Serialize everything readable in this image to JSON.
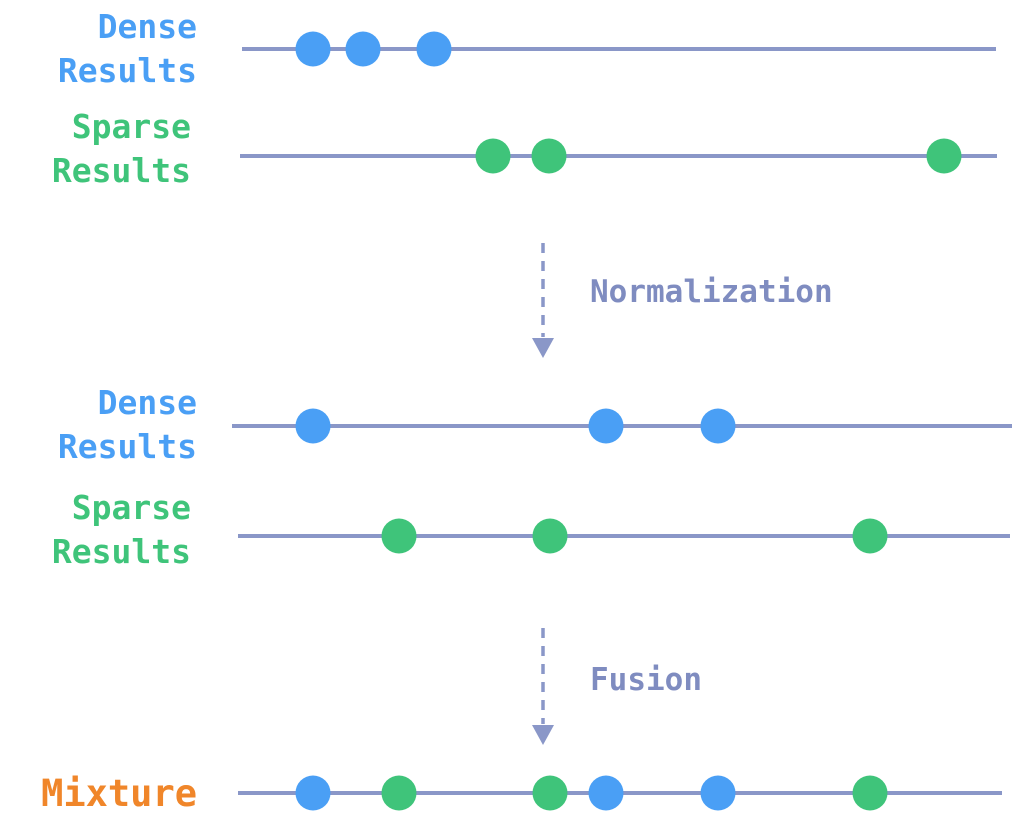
{
  "colors": {
    "dense": "#4a9ff5",
    "sparse": "#3fc47a",
    "line": "#8a97c8",
    "arrow": "#8a97c8",
    "step_text": "#7f8cc0",
    "mixture": "#f0862a"
  },
  "stages": [
    {
      "rows": [
        {
          "kind": "dense",
          "label_line1": "Dense",
          "label_line2": "Results"
        },
        {
          "kind": "sparse",
          "label_line1": "Sparse",
          "label_line2": "Results"
        }
      ]
    },
    {
      "transition": "Normalization"
    },
    {
      "rows": [
        {
          "kind": "dense",
          "label_line1": "Dense",
          "label_line2": "Results"
        },
        {
          "kind": "sparse",
          "label_line1": "Sparse",
          "label_line2": "Results"
        }
      ]
    },
    {
      "transition": "Fusion"
    },
    {
      "rows": [
        {
          "kind": "mixture",
          "label_line1": "Mixture"
        }
      ]
    }
  ]
}
